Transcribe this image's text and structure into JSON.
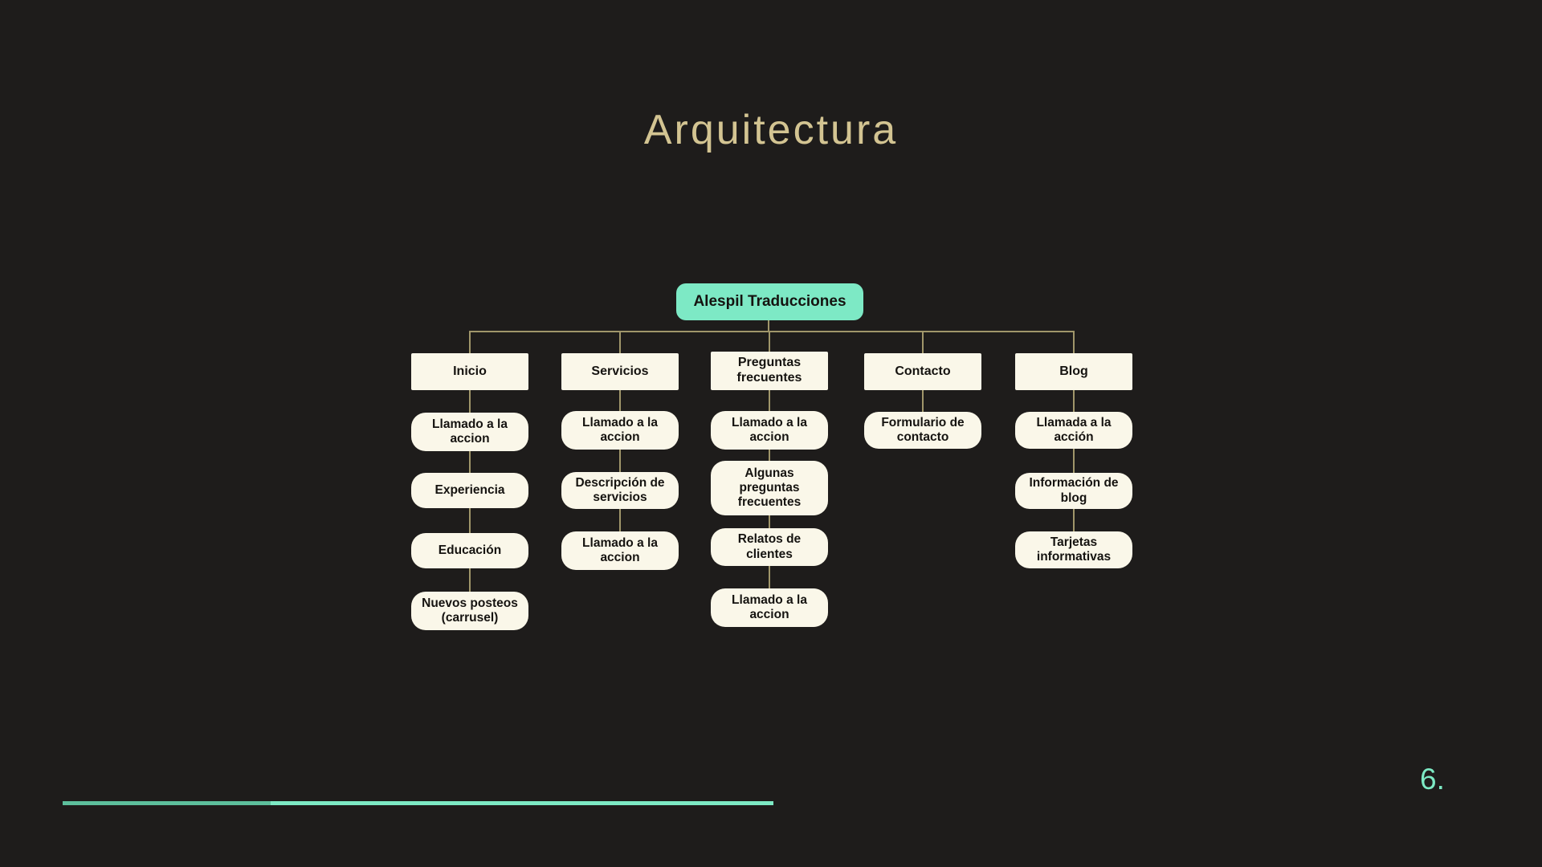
{
  "slide": {
    "title": "Arquitectura",
    "page_number": "6.",
    "colors": {
      "background": "#1e1c1b",
      "title_color": "#d3c492",
      "root_fill": "#7de9c5",
      "node_fill": "#faf7e9",
      "node_text": "#151310",
      "connector": "#a0966a",
      "accent_line": "#7de9c4",
      "accent_line_dim": "#5dbf9c"
    }
  },
  "tree": {
    "root": {
      "label": "Alespil Traducciones"
    },
    "columns": [
      {
        "label": "Inicio",
        "children": [
          "Llamado a la accion",
          "Experiencia",
          "Educación",
          "Nuevos posteos (carrusel)"
        ]
      },
      {
        "label": "Servicios",
        "children": [
          "Llamado a la accion",
          "Descripción de servicios",
          "Llamado a la accion"
        ]
      },
      {
        "label": "Preguntas frecuentes",
        "children": [
          "Llamado a la accion",
          "Algunas preguntas frecuentes",
          "Relatos de clientes",
          "Llamado a la accion"
        ]
      },
      {
        "label": "Contacto",
        "children": [
          "Formulario de contacto"
        ]
      },
      {
        "label": "Blog",
        "children": [
          "Llamada a la acción",
          "Información de blog",
          "Tarjetas informativas"
        ]
      }
    ]
  }
}
